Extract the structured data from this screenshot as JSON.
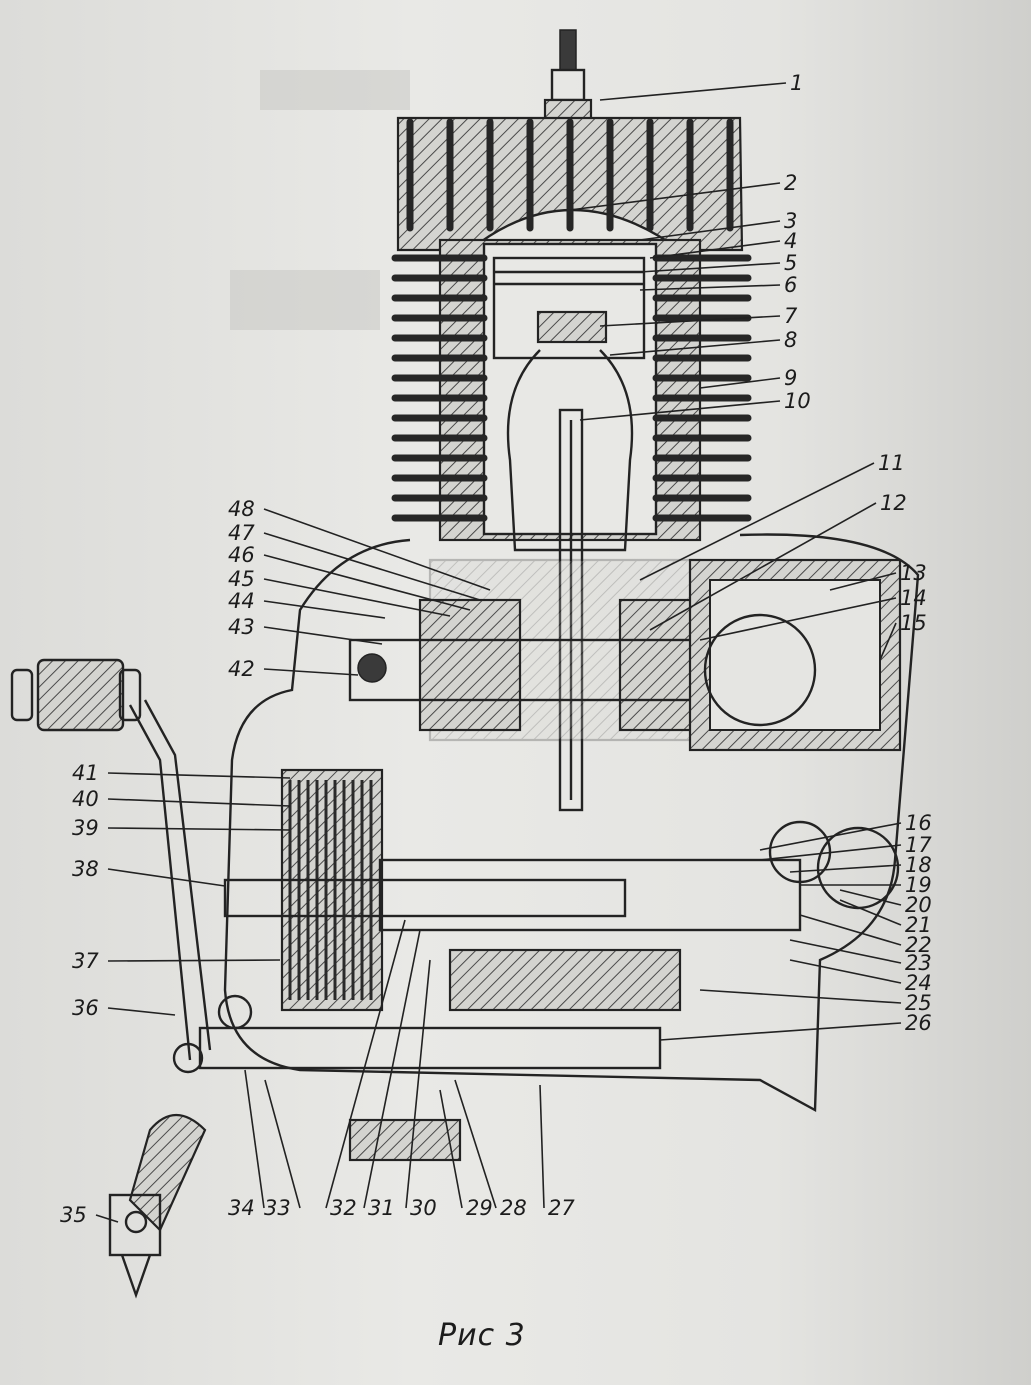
{
  "figure": {
    "caption": "Рис 3",
    "callout_numbers": [
      "1",
      "2",
      "3",
      "4",
      "5",
      "6",
      "7",
      "8",
      "9",
      "10",
      "11",
      "12",
      "13",
      "14",
      "15",
      "16",
      "17",
      "18",
      "19",
      "20",
      "21",
      "22",
      "23",
      "24",
      "25",
      "26",
      "27",
      "28",
      "29",
      "30",
      "31",
      "32",
      "33",
      "34",
      "35",
      "36",
      "37",
      "38",
      "39",
      "40",
      "41",
      "42",
      "43",
      "44",
      "45",
      "46",
      "47",
      "48"
    ]
  }
}
